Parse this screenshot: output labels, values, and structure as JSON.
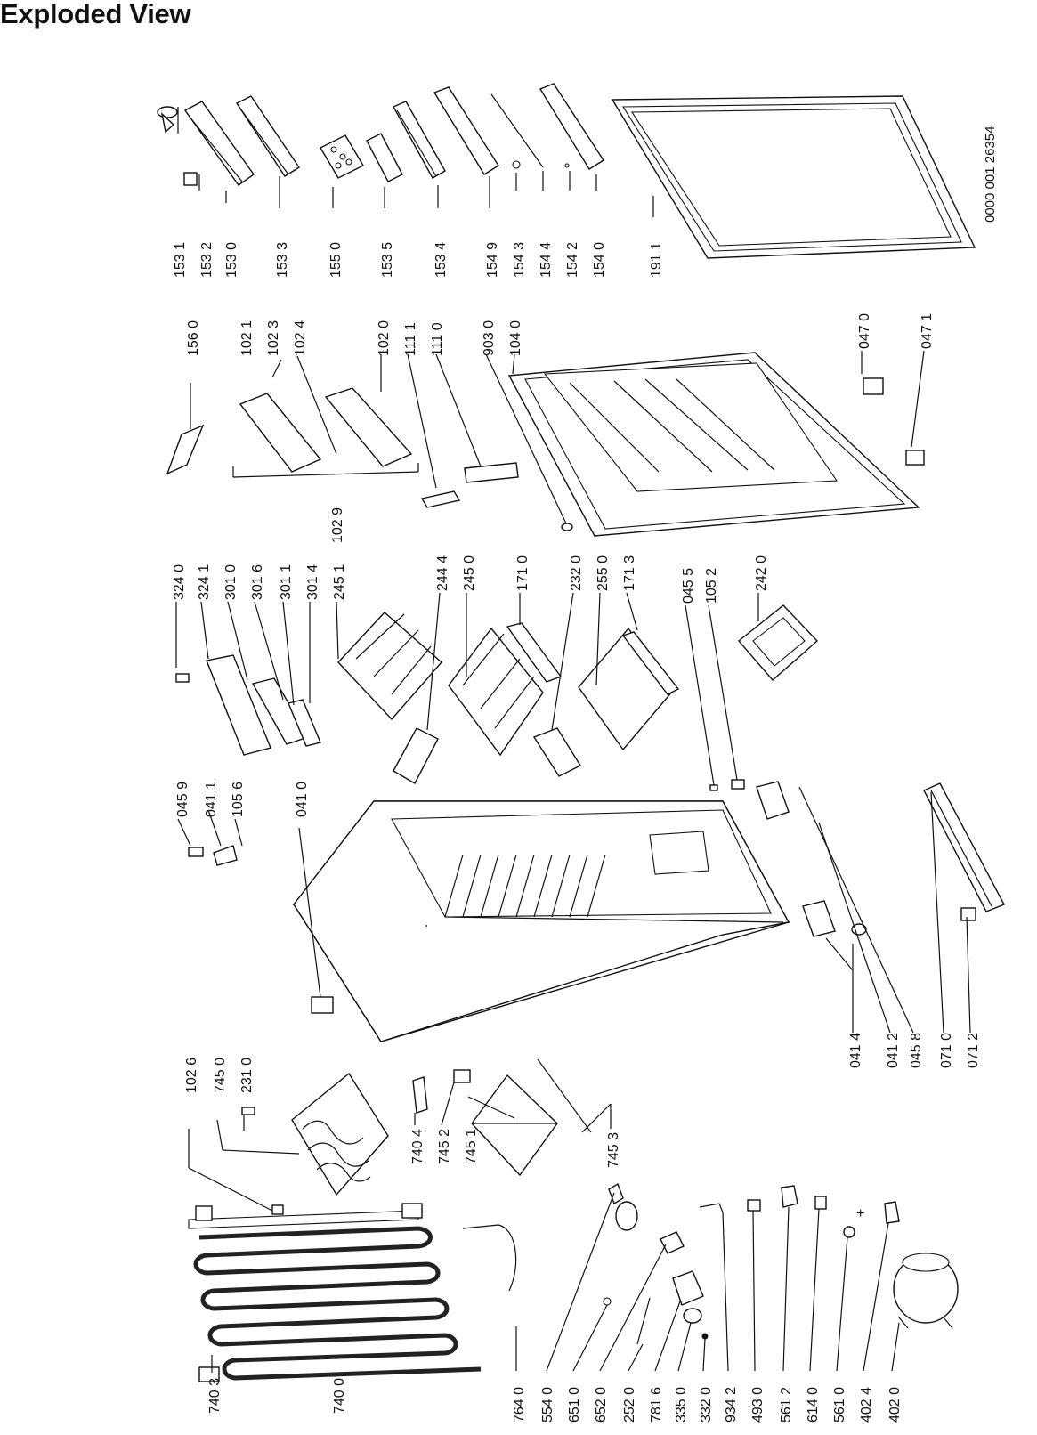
{
  "title": "Exploded View",
  "doc_code": "0000 001 26354",
  "part_labels": [
    "153 1",
    "153 2",
    "153 0",
    "153 3",
    "155 0",
    "153 5",
    "153 4",
    "154 9",
    "154 3",
    "154 4",
    "154 2",
    "154 0",
    "191 1",
    "156 0",
    "102 1",
    "102 3",
    "102 4",
    "102 0",
    "111 1",
    "111 0",
    "903 0",
    "104 0",
    "047 0",
    "047 1",
    "102 9",
    "324 0",
    "324 1",
    "301 0",
    "301 6",
    "301 1",
    "301 4",
    "245 1",
    "244 4",
    "245 0",
    "171 0",
    "232 0",
    "255 0",
    "171 3",
    "045 5",
    "105 2",
    "242 0",
    "045 9",
    "041 1",
    "105 6",
    "041 0",
    "041 4",
    "041 2",
    "045 8",
    "071 0",
    "071 2",
    "102 6",
    "745 0",
    "231 0",
    "740 4",
    "745 2",
    "745 1",
    "745 3",
    "740 3",
    "740 0",
    "764 0",
    "554 0",
    "651 0",
    "652 0",
    "252 0",
    "781 6",
    "335 0",
    "332 0",
    "934 2",
    "493 0",
    "561 2",
    "614 0",
    "561 0",
    "402 4",
    "402 0"
  ],
  "plus_sign": "+"
}
